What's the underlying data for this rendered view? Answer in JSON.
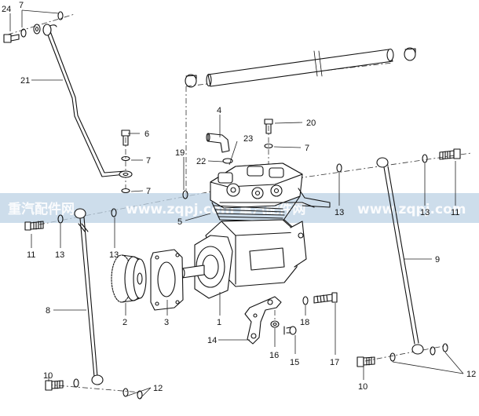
{
  "watermark": {
    "left_text": "重汽配件网",
    "middle_text": "www.zqpj.com 重汽配件网",
    "right_text": "www.zqpj.com",
    "band_color": "#bcd2e4"
  },
  "callouts": [
    "24",
    "7",
    "21",
    "6",
    "7",
    "7",
    "19",
    "4",
    "20",
    "23",
    "22",
    "7",
    "5",
    "13",
    "13",
    "11",
    "11",
    "13",
    "13",
    "8",
    "2",
    "3",
    "1",
    "9",
    "18",
    "14",
    "16",
    "15",
    "17",
    "10",
    "12",
    "10",
    "12"
  ],
  "parts": [
    "bolt",
    "washer",
    "rod",
    "bracket",
    "gear",
    "gasket",
    "compressor",
    "pipe",
    "clamp",
    "tie-rod",
    "stud",
    "nut"
  ],
  "colors": {
    "line": "#111111",
    "leader": "#222222"
  }
}
